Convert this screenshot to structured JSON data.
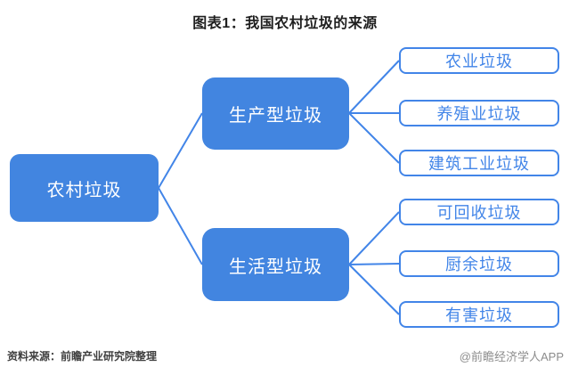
{
  "title": "图表1：我国农村垃圾的来源",
  "diagram": {
    "type": "tree",
    "root": {
      "label": "农村垃圾"
    },
    "branches": [
      {
        "label": "生产型垃圾",
        "children": [
          {
            "label": "农业垃圾"
          },
          {
            "label": "养殖业垃圾"
          },
          {
            "label": "建筑工业垃圾"
          }
        ]
      },
      {
        "label": "生活型垃圾",
        "children": [
          {
            "label": "可回收垃圾"
          },
          {
            "label": "厨余垃圾"
          },
          {
            "label": "有害垃圾"
          }
        ]
      }
    ]
  },
  "colors": {
    "node_fill": "#4285E0",
    "node_text": "#FFFFFF",
    "connector": "#4285E8",
    "leaf_border": "#4285E8",
    "leaf_text": "#4285E8",
    "title_text": "#1F1F1F",
    "source_text": "#3F3F3F",
    "watermark_text": "#8C8C8C"
  },
  "footer": {
    "source": "资料来源：前瞻产业研究院整理",
    "watermark": "@前瞻经济学人APP"
  }
}
